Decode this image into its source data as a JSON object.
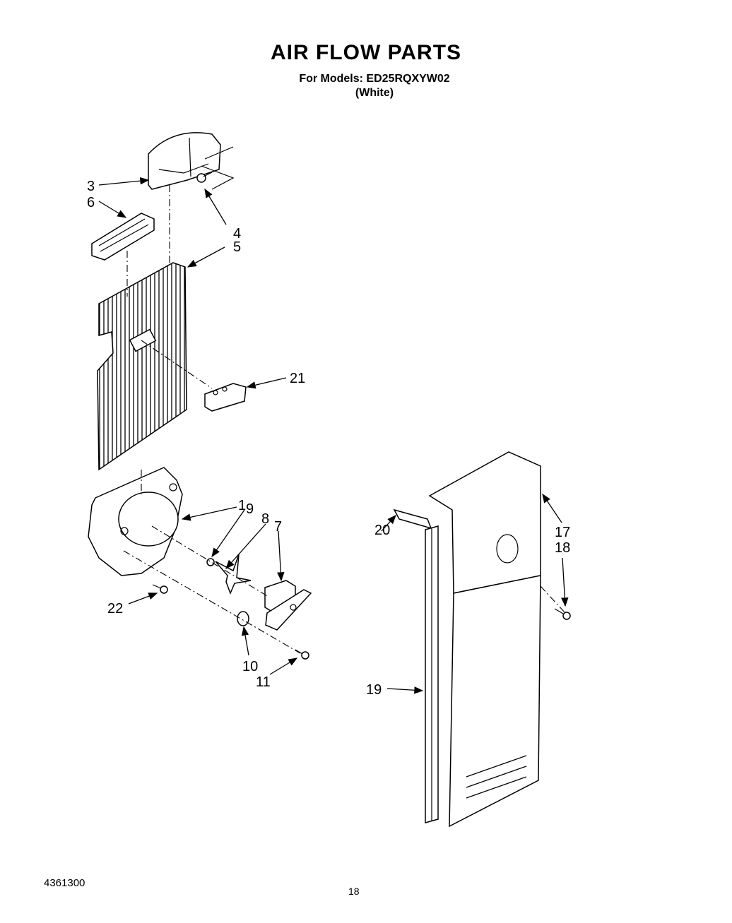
{
  "header": {
    "title": "AIR FLOW PARTS",
    "models_line": "For Models: ED25RQXYW02",
    "color_line": "(White)"
  },
  "footer": {
    "doc_number": "4361300",
    "page_number": "18"
  },
  "callouts": {
    "c1": "1",
    "c3": "3",
    "c4": "4",
    "c5": "5",
    "c6": "6",
    "c7": "7",
    "c8": "8",
    "c9": "9",
    "c10": "10",
    "c11": "11",
    "c17": "17",
    "c18": "18",
    "c19": "19",
    "c20": "20",
    "c21": "21",
    "c22": "22"
  }
}
